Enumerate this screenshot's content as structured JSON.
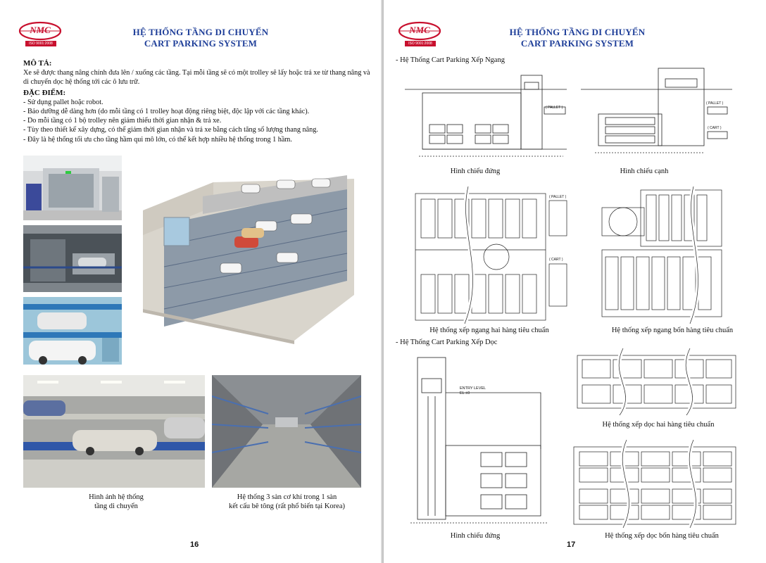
{
  "brand": {
    "logo_text": "NMC",
    "iso_text": "ISO 9001:2008",
    "color_red": "#c8102e",
    "color_blue": "#1f3f99"
  },
  "left": {
    "title_line1": "HỆ THỐNG TẦNG DI CHUYỂN",
    "title_line2": "CART PARKING SYSTEM",
    "desc_heading": "MÔ TẢ:",
    "desc_text": "Xe sẽ được thang nâng chính đưa lên / xuống các tầng. Tại mỗi tầng sẽ có một trolley sẽ lấy hoặc trả xe từ thang nâng và di chuyển dọc hệ thống tới các ô lưu trữ.",
    "features_heading": "ĐẶC ĐIỂM:",
    "features": [
      "- Sử dụng pallet hoặc robot.",
      "- Bảo dưỡng dễ dàng hơn (do mỗi tầng có 1 trolley hoạt động riêng biệt, độc lập với các tầng khác).",
      "- Do mỗi tầng có 1 bộ trolley nên giảm thiểu thời gian nhận & trả xe.",
      "- Tùy theo thiết kế xây dựng, có thể giảm thời gian nhận và trả xe bằng cách tăng số lượng thang nâng.",
      "- Đây là hệ thống tối ưu cho tầng hầm qui mô lớn, có thể kết hợp nhiều hệ thống trong 1 hầm."
    ],
    "caption_1_line1": "Hình ảnh hệ thống",
    "caption_1_line2": "tầng di chuyển",
    "caption_2_line1": "Hệ thống 3 sàn cơ khí trong 1 sàn",
    "caption_2_line2": "kết cấu bê tông (rất phổ biến tại Korea)",
    "page_number": "16"
  },
  "right": {
    "title_line1": "HỆ THỐNG TẦNG DI CHUYỂN",
    "title_line2": "CART PARKING SYSTEM",
    "section_1": "- Hệ Thống Cart Parking Xếp Ngang",
    "section_2": "- Hệ Thống Cart Parking Xếp Dọc",
    "caption_front": "Hình chiếu đứng",
    "caption_side": "Hình chiếu cạnh",
    "caption_two_rows_h": "Hệ thống xếp ngang hai hàng tiêu chuẩn",
    "caption_four_rows_h": "Hệ thống xếp ngang bốn hàng tiêu chuẩn",
    "caption_two_rows_v": "Hệ thống xếp dọc hai hàng tiêu chuẩn",
    "caption_front_v": "Hình chiếu đứng",
    "caption_four_rows_v": "Hệ thống xếp dọc bốn hàng tiêu chuẩn",
    "label_pallet": "( PALLET )",
    "label_cart": "( CART )",
    "label_entry": "ENTRY LEVEL",
    "label_el": "EL ±0",
    "page_number": "17"
  }
}
